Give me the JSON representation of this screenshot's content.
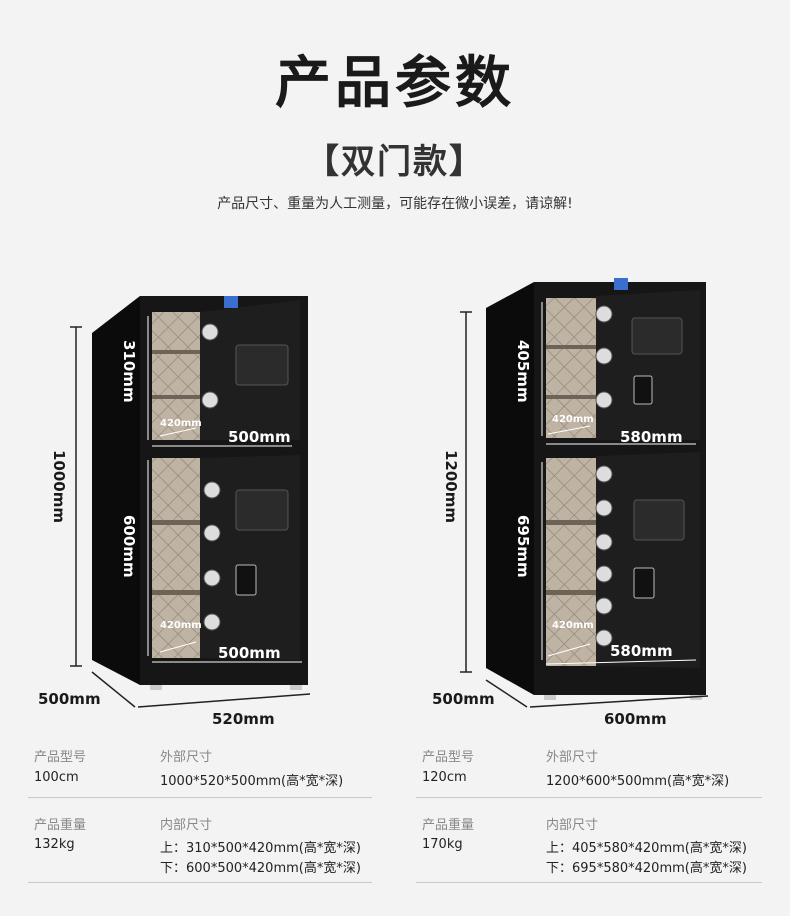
{
  "header": {
    "title": "产品参数",
    "subtitle": "【双门款】",
    "note": "产品尺寸、重量为人工测量，可能存在微小误差，请谅解!"
  },
  "safe_left": {
    "height_label": "1000mm",
    "depth_label": "500mm",
    "width_label": "520mm",
    "upper": {
      "height": "310mm",
      "width": "500mm",
      "depth": "420mm"
    },
    "lower": {
      "height": "600mm",
      "width": "500mm",
      "depth": "420mm"
    }
  },
  "safe_right": {
    "height_label": "1200mm",
    "depth_label": "500mm",
    "width_label": "600mm",
    "upper": {
      "height": "405mm",
      "width": "580mm",
      "depth": "420mm"
    },
    "lower": {
      "height": "695mm",
      "width": "580mm",
      "depth": "420mm"
    }
  },
  "specs_left": {
    "model_key": "产品型号",
    "model_val": "100cm",
    "outer_key": "外部尺寸",
    "outer_val": "1000*520*500mm(高*宽*深)",
    "weight_key": "产品重量",
    "weight_val": "132kg",
    "inner_key": "内部尺寸",
    "inner_up": "上：310*500*420mm(高*宽*深)",
    "inner_down": "下：600*500*420mm(高*宽*深)"
  },
  "specs_right": {
    "model_key": "产品型号",
    "model_val": "120cm",
    "outer_key": "外部尺寸",
    "outer_val": "1200*600*500mm(高*宽*深)",
    "weight_key": "产品重量",
    "weight_val": "170kg",
    "inner_key": "内部尺寸",
    "inner_up": "上：405*580*420mm(高*宽*深)",
    "inner_down": "下：695*580*420mm(高*宽*深)"
  },
  "colors": {
    "background": "#f3f3f3",
    "safe_body": "#141414",
    "interior": "#b8ab9a",
    "line": "#222222"
  }
}
